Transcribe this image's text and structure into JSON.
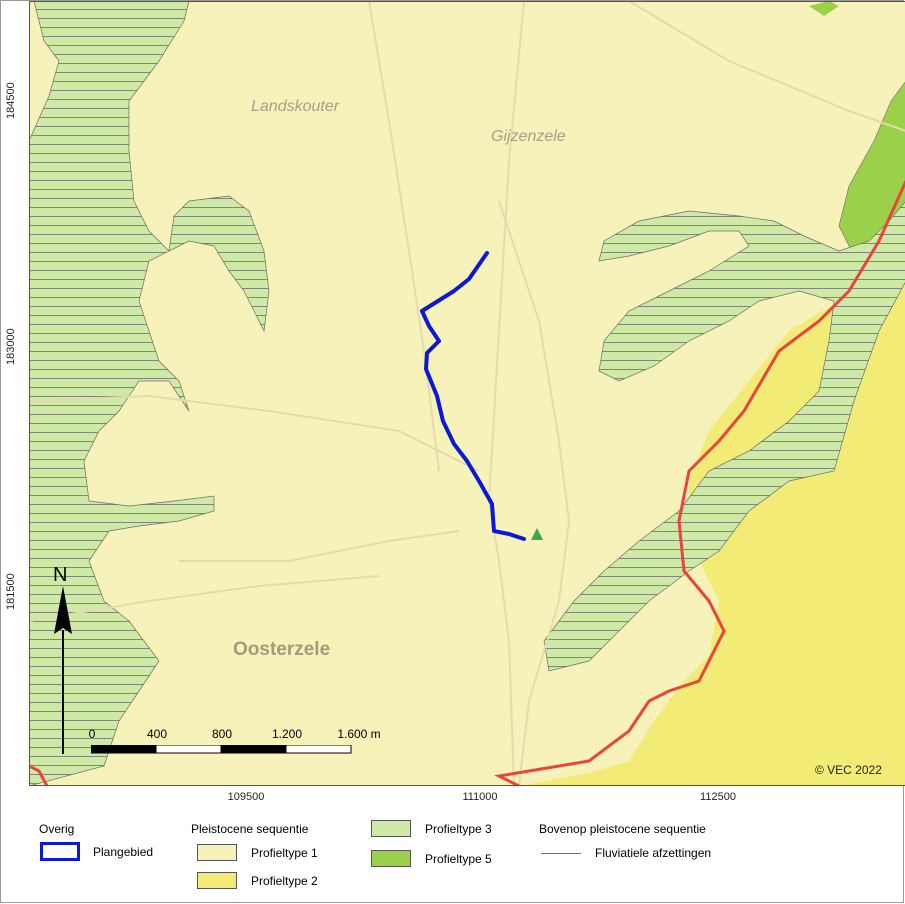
{
  "map": {
    "place_labels": {
      "landskouter": "Landskouter",
      "gijzenzele": "Gijzenzele",
      "oosterzele": "Oosterzele"
    },
    "x_ticks": [
      "109500",
      "111000",
      "112500"
    ],
    "y_ticks": [
      "184500",
      "183000",
      "181500"
    ],
    "copyright": "© VEC 2022",
    "north_label": "N",
    "scale_bar": {
      "labels": [
        "0",
        "400",
        "800",
        "1.200",
        "1.600 m"
      ]
    },
    "colors": {
      "background": "#f7f1ba",
      "profieltype_1": "#f7f1ba",
      "profieltype_2": "#f2ec76",
      "profieltype_3": "#cfeaa6",
      "profieltype_5": "#9ccf4a",
      "plangebied": "#0a18d8",
      "boundary_line": "#e8453c",
      "marker": "#3fa54a"
    }
  },
  "legend": {
    "overig": {
      "title": "Overig",
      "items": [
        {
          "label": "Plangebied"
        }
      ]
    },
    "pleistocene": {
      "title": "Pleistocene sequentie",
      "items": [
        {
          "label": "Profieltype 1"
        },
        {
          "label": "Profieltype 2"
        }
      ]
    },
    "profiel": {
      "items": [
        {
          "label": "Profieltype 3"
        },
        {
          "label": "Profieltype 5"
        }
      ]
    },
    "bovenop": {
      "title": "Bovenop pleistocene sequentie",
      "items": [
        {
          "label": "Fluviatiele afzettingen"
        }
      ]
    }
  }
}
